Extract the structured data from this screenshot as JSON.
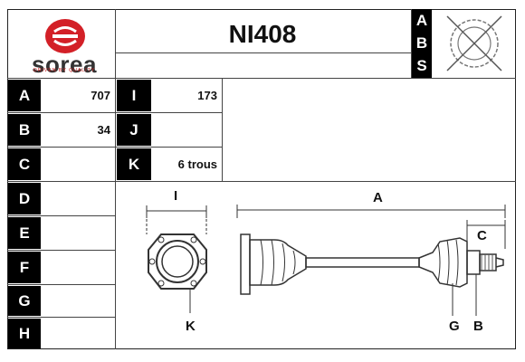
{
  "brand": {
    "name": "sorea",
    "tagline": "DRIVEN BY QUALITY",
    "color": "#d32027"
  },
  "part_number": "NI408",
  "abs_letters": [
    "A",
    "B",
    "S"
  ],
  "dims_left": [
    {
      "label": "A",
      "value": "707"
    },
    {
      "label": "B",
      "value": "34"
    },
    {
      "label": "C",
      "value": ""
    },
    {
      "label": "D",
      "value": ""
    },
    {
      "label": "E",
      "value": ""
    },
    {
      "label": "F",
      "value": ""
    },
    {
      "label": "G",
      "value": ""
    },
    {
      "label": "H",
      "value": ""
    }
  ],
  "dims_mid": [
    {
      "label": "I",
      "value": "173"
    },
    {
      "label": "J",
      "value": ""
    },
    {
      "label": "K",
      "value": "6 trous"
    }
  ],
  "drawing_labels": {
    "I": "I",
    "K": "K",
    "A": "A",
    "C": "C",
    "G": "G",
    "B": "B"
  }
}
